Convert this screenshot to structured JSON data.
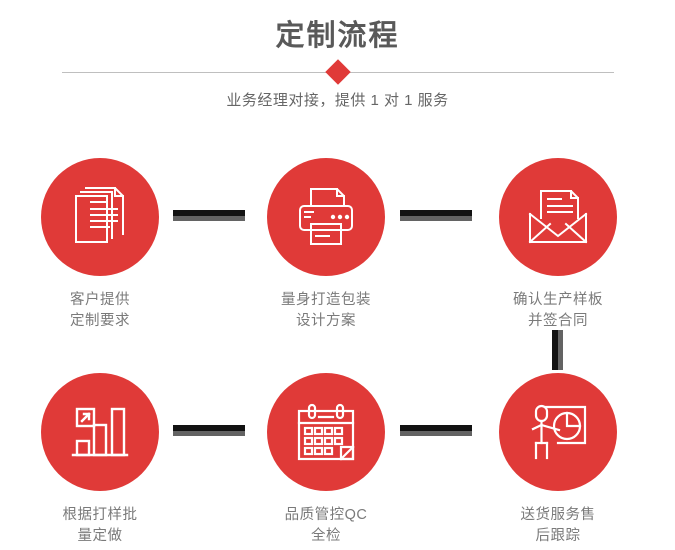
{
  "header": {
    "title": "定制流程",
    "subtitle": "业务经理对接，提供 1 对 1 服务",
    "divider_icon": "diamond-marker"
  },
  "theme": {
    "accent_red": "#e03a38",
    "title_color": "#595959",
    "label_color": "#7a7a7a",
    "connector_dark": "#121212",
    "connector_light": "#636363",
    "divider_color": "#bfbfbf",
    "background": "#ffffff"
  },
  "flow": {
    "steps": [
      {
        "index": 1,
        "icon": "documents-stack-icon",
        "label": "客户提供\n定制要求"
      },
      {
        "index": 2,
        "icon": "printer-icon",
        "label": "量身打造包装\n设计方案"
      },
      {
        "index": 3,
        "icon": "envelope-document-icon",
        "label": "确认生产样板\n并签合同"
      },
      {
        "index": 4,
        "icon": "bar-chart-growth-icon",
        "label": "根据打样批\n量定做"
      },
      {
        "index": 5,
        "icon": "calendar-icon",
        "label": "品质管控QC\n全检"
      },
      {
        "index": 6,
        "icon": "presenter-pie-chart-icon",
        "label": "送货服务售\n后跟踪"
      }
    ],
    "connectors": [
      {
        "name": "connector-step1-step2",
        "orientation": "horizontal"
      },
      {
        "name": "connector-step2-step3",
        "orientation": "horizontal"
      },
      {
        "name": "connector-step3-step6",
        "orientation": "vertical"
      },
      {
        "name": "connector-step4-step5",
        "orientation": "horizontal"
      },
      {
        "name": "connector-step5-step6",
        "orientation": "horizontal"
      }
    ]
  }
}
